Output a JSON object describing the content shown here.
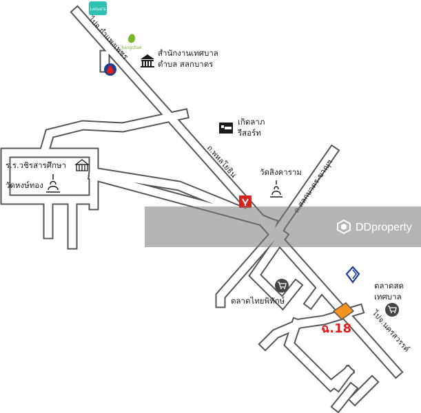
{
  "roads": {
    "main_top": "ไปจ.กำแพงเพชร",
    "main_bottom": "ไปจ.นครสวรรค์",
    "phahon": "ถ.พหลโยธิน",
    "sakon": "ถ.สลกบาตร-ขาณุฯ"
  },
  "places": {
    "municipal_office_line1": "สำนักงานเทศบาล",
    "municipal_office_line2": "ตำบล สลกบาตร",
    "resort_line1": "เกิดลาภ",
    "resort_line2": "รีสอร์ท",
    "wat_singkharam": "วัดสิงคาราม",
    "school": "ร.ร.วชิรสารศึกษา",
    "wat_hongthong": "วัดหงษ์ทอง",
    "talat_thai": "ตลาดไทยพิทักษ์",
    "fresh_market_line1": "ตลาดสด",
    "fresh_market_line2": "เทศบาล"
  },
  "brands": {
    "lotus": "Lotus's",
    "bangchak": "bangchak"
  },
  "site_label": "ฉ.18",
  "watermark": "DDproperty",
  "colors": {
    "road_casing": "#555555",
    "road_fill": "#ffffff",
    "site_plot": "#f5931f",
    "site_text": "#e21b1b",
    "lotus": "#2fc2b4",
    "bangchak": "#7ab42c",
    "ptt_blue": "#1a3e8c",
    "ptt_red": "#e21b1b",
    "bangkok_bank": "#1a3b9c",
    "icon_dark": "#1a1a1a",
    "market_circle": "#444444",
    "shell_red": "#d6221e"
  },
  "icons": {
    "lotus": "lotus-logo-icon",
    "bangchak": "bangchak-logo-icon",
    "ptt": "ptt-station-icon",
    "office": "government-building-icon",
    "hotel": "bed-icon",
    "temple": "stupa-icon",
    "school": "school-building-icon",
    "market": "shopping-cart-icon",
    "bank": "bangkok-bank-icon",
    "shell": "shell-station-icon",
    "watermark": "ddproperty-logo-icon"
  }
}
